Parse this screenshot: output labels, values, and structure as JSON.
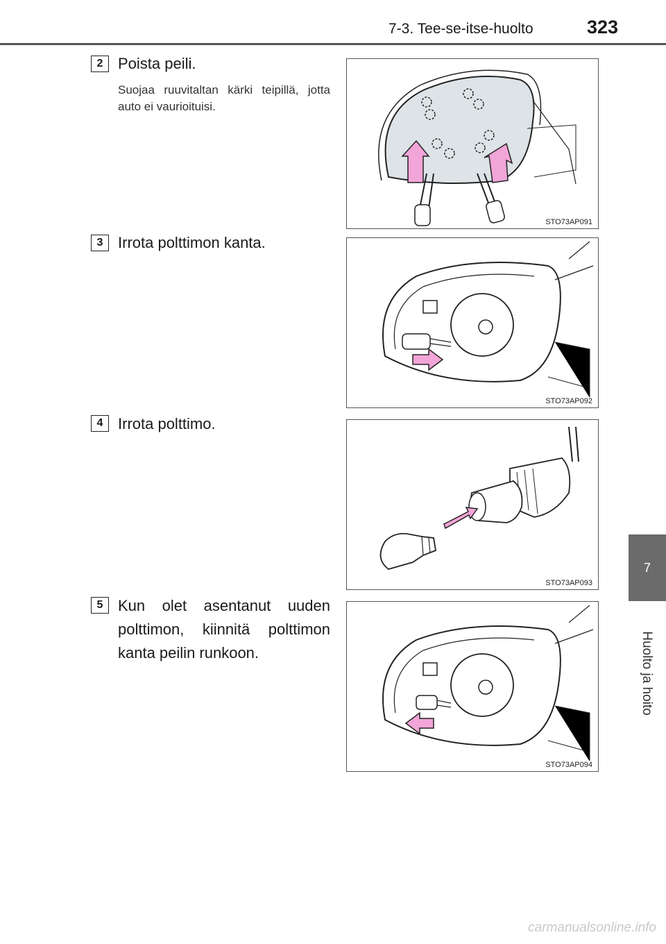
{
  "header": {
    "title": "7-3. Tee-se-itse-huolto",
    "page_number": "323"
  },
  "side_tab": {
    "chapter": "7",
    "label": "Huolto ja hoito"
  },
  "steps": [
    {
      "number": "2",
      "text": "Poista peili.",
      "subtext": "Suojaa ruuvitaltan kärki teipillä, jotta auto ei vaurioituisi.",
      "figure_code": "STO73AP091"
    },
    {
      "number": "3",
      "text": "Irrota polttimon kanta.",
      "figure_code": "STO73AP092"
    },
    {
      "number": "4",
      "text": "Irrota polttimo.",
      "figure_code": "STO73AP093"
    },
    {
      "number": "5",
      "text": "Kun olet asentanut uuden polttimon, kiinnitä polttimon kanta peilin runkoon.",
      "figure_code": "STO73AP094"
    }
  ],
  "watermark": "carmanualsonline.info",
  "colors": {
    "arrow_fill": "#f2a5d8",
    "tab": "#6b6b6b"
  }
}
